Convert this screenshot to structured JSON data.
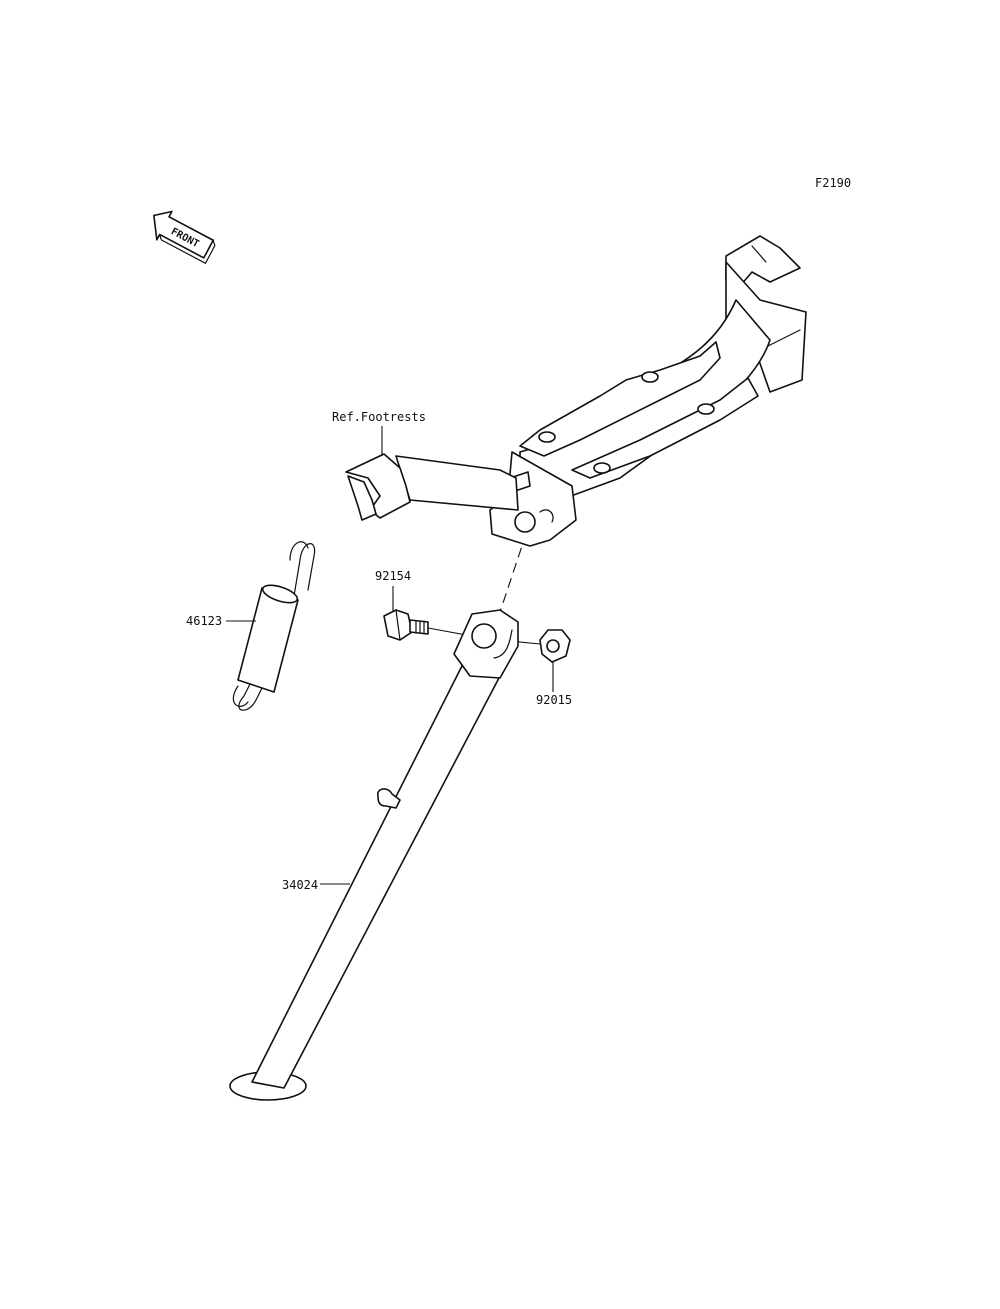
{
  "diagram": {
    "figure_code": "F2190",
    "front_indicator": "FRONT",
    "labels": {
      "ref_footrests": "Ref.Footrests",
      "spring": "46123",
      "bolt": "92154",
      "nut": "92015",
      "stand": "34024"
    }
  }
}
